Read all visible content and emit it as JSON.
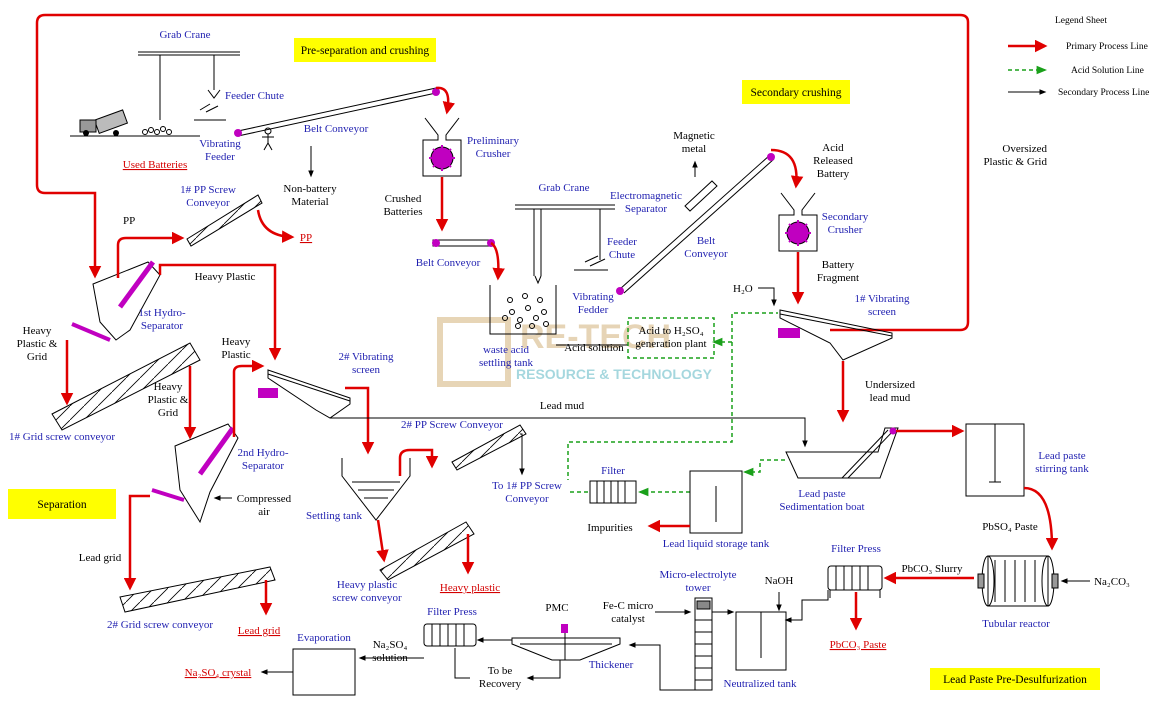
{
  "legend": {
    "title": "Legend Sheet",
    "primary": "Primary Process Line",
    "acid": "Acid Solution Line",
    "secondary": "Secondary Process Line"
  },
  "sections": {
    "pre_separation": "Pre-separation and crushing",
    "secondary_crushing": "Secondary crushing",
    "separation": "Separation",
    "desulfurization": "Lead Paste Pre-Desulfurization"
  },
  "watermark": {
    "brand": "RE-TECH",
    "tagline": "RESOURCE & TECHNOLOGY"
  },
  "labels": {
    "grab_crane_1": "Grab Crane",
    "feeder_chute_1": "Feeder Chute",
    "used_batteries": "Used Batteries",
    "vibrating_feeder_1": [
      "Vibrating",
      "Feeder"
    ],
    "belt_conveyor_1": "Belt Conveyor",
    "non_battery": [
      "Non-battery",
      "Material"
    ],
    "preliminary_crusher": [
      "Preliminary",
      "Crusher"
    ],
    "crushed_batteries": [
      "Crushed",
      "Batteries"
    ],
    "belt_conveyor_2": "Belt Conveyor",
    "grab_crane_2": "Grab Crane",
    "feeder_chute_2": [
      "Feeder",
      "Chute"
    ],
    "vibrating_feeder_2": [
      "Vibrating",
      "Fedder"
    ],
    "electromagnetic_separator": [
      "Electromagnetic",
      "Separator"
    ],
    "magnetic_metal": [
      "Magnetic",
      "metal"
    ],
    "belt_conveyor_3": [
      "Belt",
      "Conveyor"
    ],
    "acid_released_battery": [
      "Acid",
      "Released",
      "Battery"
    ],
    "secondary_crusher": [
      "Secondary",
      "Crusher"
    ],
    "battery_fragment": [
      "Battery",
      "Fragment"
    ],
    "oversized": [
      "Oversized",
      "Plastic & Grid"
    ],
    "h2o": "H₂O",
    "vibrating_screen_1": [
      "1# Vibrating",
      "screen"
    ],
    "waste_acid_tank": [
      "waste acid",
      "settling tank"
    ],
    "acid_solution": "Acid solution",
    "acid_to_plant": [
      "Acid to H₂SO₄",
      "generation plant"
    ],
    "pp_screw_conveyor_1": [
      "1# PP Screw",
      "Conveyor"
    ],
    "pp": "PP",
    "pp_product": "PP",
    "heavy_plastic_1": "Heavy Plastic",
    "hydro_separator_1": [
      "1st Hydro-",
      "Separator"
    ],
    "heavy_plastic_grid_1": [
      "Heavy",
      "Plastic &",
      "Grid"
    ],
    "grid_screw_conveyor_1": "1# Grid screw conveyor",
    "heavy_plastic_grid_2": [
      "Heavy",
      "Plastic &",
      "Grid"
    ],
    "heavy_plastic_2": [
      "Heavy",
      "Plastic"
    ],
    "vibrating_screen_2": [
      "2# Vibrating",
      "screen"
    ],
    "lead_mud": "Lead mud",
    "hydro_separator_2": [
      "2nd  Hydro-",
      "Separator"
    ],
    "compressed_air": [
      "Compressed",
      "air"
    ],
    "pp_screw_conveyor_2": "2# PP Screw Conveyor",
    "to_pp_screw": [
      "To 1# PP Screw",
      "Conveyor"
    ],
    "settling_tank": "Settling tank",
    "heavy_plastic_screw": [
      "Heavy plastic",
      "screw conveyor"
    ],
    "heavy_plastic_product": "Heavy plastic",
    "lead_grid": "Lead grid",
    "grid_screw_conveyor_2": "2# Grid screw conveyor",
    "lead_grid_product": "Lead grid",
    "filter": "Filter",
    "impurities": "Impurities",
    "lead_liquid_tank": "Lead liquid storage tank",
    "lead_paste_boat": [
      "Lead paste",
      "Sedimentation boat"
    ],
    "undersized": [
      "Undersized",
      "lead mud"
    ],
    "lead_paste_stirring": [
      "Lead paste",
      "stirring tank"
    ],
    "pbso4_paste": "PbSO₄ Paste",
    "filter_press_1": "Filter Press",
    "pbco3_slurry": "PbCO₃ Slurry",
    "na2co3": "Na₂CO₃",
    "tubular_reactor": "Tubular reactor",
    "pbco3_paste": "PbCO₃ Paste",
    "naoh": "NaOH",
    "micro_electrolyte": [
      "Micro-electrolyte",
      "tower"
    ],
    "fe_c": [
      "Fe-C micro",
      "catalyst"
    ],
    "neutralized_tank": "Neutralized tank",
    "pmc": "PMC",
    "thickener": "Thickener",
    "filter_press_2": "Filter Press",
    "to_be_recovery": [
      "To be",
      "Recovery"
    ],
    "na2so4_solution": [
      "Na₂SO₄",
      "solution"
    ],
    "evaporation": "Evaporation",
    "na2so4_crystal": "Na₂SO₄ crystal"
  },
  "colors": {
    "primary_line": "#e00000",
    "acid_line": "#1aa01a",
    "secondary_line": "#000000",
    "label_blue": "#1f1fb0",
    "product_red": "#d40000",
    "section_bg": "#ffff00",
    "equipment_magenta": "#cc00cc"
  }
}
